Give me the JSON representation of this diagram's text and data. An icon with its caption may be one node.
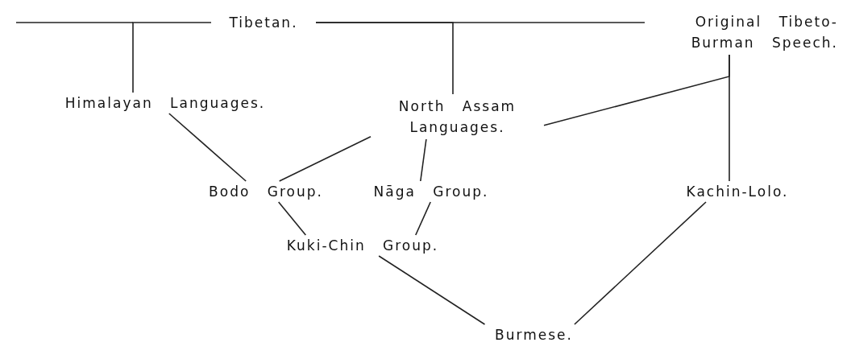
{
  "diagram": {
    "nodes": [
      {
        "text": [
          "Tibetan."
        ]
      },
      {
        "text": [
          "Original Tibeto-Burman Speech."
        ]
      },
      {
        "text": [
          "Himalayan Languages."
        ]
      },
      {
        "text": [
          "North Assam Languages."
        ]
      },
      {
        "text": [
          "Bodo Group."
        ]
      },
      {
        "text": [
          "Nāga Group."
        ]
      },
      {
        "text": [
          "Kachin-Lolo."
        ]
      },
      {
        "text": [
          "Kuki-Chin Group."
        ]
      },
      {
        "text": [
          "Burmese."
        ]
      }
    ],
    "edges": [
      {
        "from": 1,
        "to": 0,
        "arrow": "none"
      },
      {
        "from": 0,
        "to": 2,
        "arrow": "none"
      },
      {
        "from": 0,
        "to": 3,
        "arrow": "none"
      },
      {
        "from": 1,
        "to": 3,
        "arrow": "none"
      },
      {
        "from": 1,
        "to": 6,
        "arrow": "none"
      },
      {
        "from": 2,
        "to": 4,
        "arrow": "none"
      },
      {
        "from": 3,
        "to": 4,
        "arrow": "none"
      },
      {
        "from": 3,
        "to": 5,
        "arrow": "none"
      },
      {
        "from": 4,
        "to": 7,
        "arrow": "none"
      },
      {
        "from": 5,
        "to": 7,
        "arrow": "none"
      },
      {
        "from": 7,
        "to": 8,
        "arrow": "none"
      },
      {
        "from": 6,
        "to": 8,
        "arrow": "none"
      }
    ]
  }
}
